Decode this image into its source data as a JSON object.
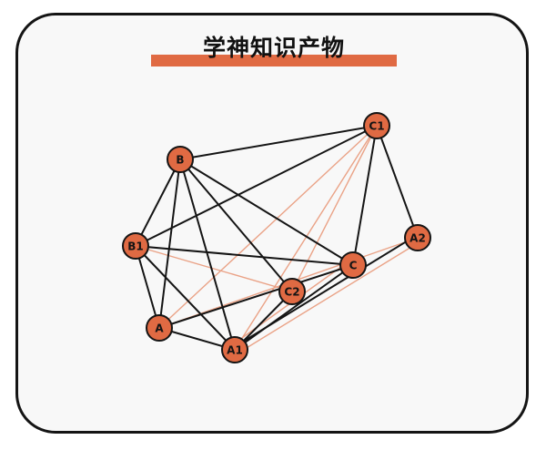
{
  "title": "学神知识产物",
  "colors": {
    "accent": "#e06a43",
    "line": "#141414",
    "weak_line": "#eaa286"
  },
  "diagram": {
    "nodes": [
      {
        "id": "B",
        "label": "B"
      },
      {
        "id": "C1",
        "label": "C1"
      },
      {
        "id": "B1",
        "label": "B1"
      },
      {
        "id": "A2",
        "label": "A2"
      },
      {
        "id": "C",
        "label": "C"
      },
      {
        "id": "C2",
        "label": "C2"
      },
      {
        "id": "A",
        "label": "A"
      },
      {
        "id": "A1",
        "label": "A1"
      }
    ],
    "edges": [
      {
        "from": "B",
        "to": "C1",
        "kind": "strong"
      },
      {
        "from": "B",
        "to": "B1",
        "kind": "strong"
      },
      {
        "from": "B",
        "to": "A",
        "kind": "strong"
      },
      {
        "from": "B",
        "to": "A1",
        "kind": "strong"
      },
      {
        "from": "B",
        "to": "C2",
        "kind": "strong"
      },
      {
        "from": "B",
        "to": "C",
        "kind": "strong"
      },
      {
        "from": "C1",
        "to": "B1",
        "kind": "strong"
      },
      {
        "from": "C1",
        "to": "C",
        "kind": "strong"
      },
      {
        "from": "C1",
        "to": "A2",
        "kind": "strong"
      },
      {
        "from": "B1",
        "to": "C",
        "kind": "strong"
      },
      {
        "from": "B1",
        "to": "A1",
        "kind": "strong"
      },
      {
        "from": "B1",
        "to": "A",
        "kind": "strong"
      },
      {
        "from": "C",
        "to": "A",
        "kind": "strong"
      },
      {
        "from": "C",
        "to": "A1",
        "kind": "strong"
      },
      {
        "from": "A2",
        "to": "A1",
        "kind": "strong"
      },
      {
        "from": "C2",
        "to": "A1",
        "kind": "strong"
      },
      {
        "from": "A",
        "to": "A1",
        "kind": "strong"
      },
      {
        "from": "C1",
        "to": "A",
        "kind": "weak"
      },
      {
        "from": "C1",
        "to": "A1",
        "kind": "weak"
      },
      {
        "from": "C1",
        "to": "C2",
        "kind": "weak"
      },
      {
        "from": "B1",
        "to": "C2",
        "kind": "weak"
      },
      {
        "from": "A2",
        "to": "A",
        "kind": "weak"
      },
      {
        "from": "A2",
        "to": "A1",
        "kind": "weak"
      },
      {
        "from": "C",
        "to": "A1",
        "kind": "weak"
      }
    ]
  }
}
